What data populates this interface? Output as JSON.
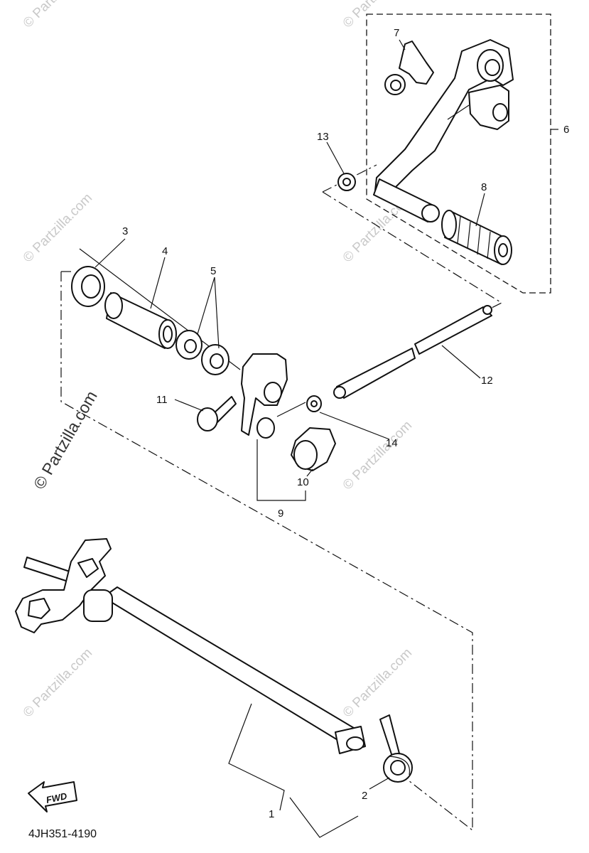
{
  "diagram": {
    "code": "4JH351-4190",
    "fwd_label": "FWD",
    "watermark": "© Partzilla.com",
    "watermark_small": "© Partzilla.com",
    "callouts": [
      {
        "id": "1",
        "text": "1"
      },
      {
        "id": "2",
        "text": "2"
      },
      {
        "id": "3",
        "text": "3"
      },
      {
        "id": "4",
        "text": "4"
      },
      {
        "id": "5",
        "text": "5"
      },
      {
        "id": "6",
        "text": "6"
      },
      {
        "id": "7",
        "text": "7"
      },
      {
        "id": "8",
        "text": "8"
      },
      {
        "id": "9",
        "text": "9"
      },
      {
        "id": "10",
        "text": "10"
      },
      {
        "id": "11",
        "text": "11"
      },
      {
        "id": "12",
        "text": "12"
      },
      {
        "id": "13",
        "text": "13"
      },
      {
        "id": "14",
        "text": "14"
      }
    ]
  }
}
